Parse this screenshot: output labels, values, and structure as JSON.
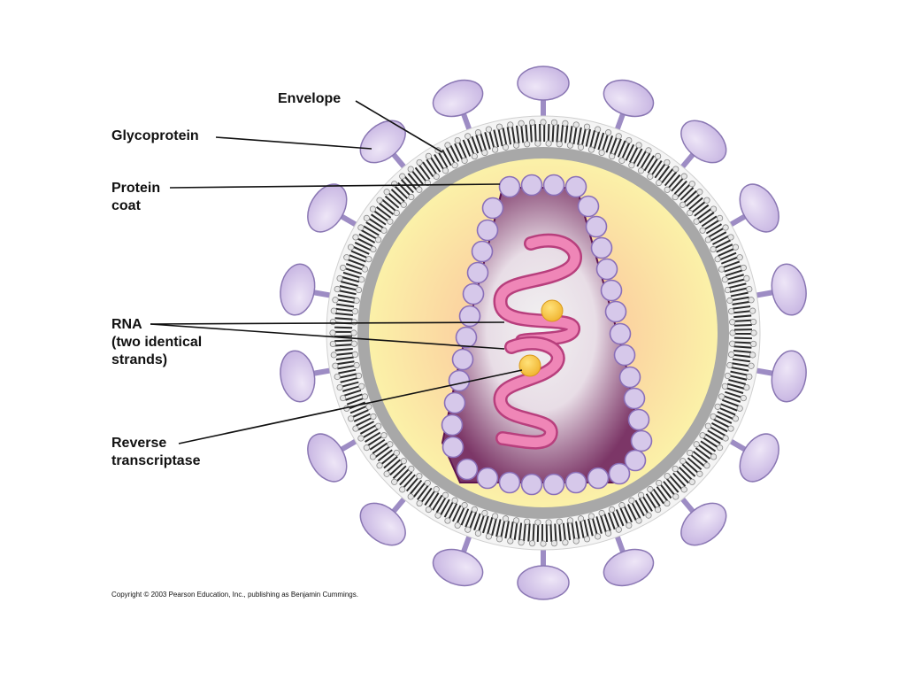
{
  "labels": {
    "envelope": "Envelope",
    "glycoprotein": "Glycoprotein",
    "protein_coat_1": "Protein",
    "protein_coat_2": "coat",
    "rna_1": "RNA",
    "rna_2": "(two identical",
    "rna_3": "strands)",
    "rt_1": "Reverse",
    "rt_2": "transcriptase"
  },
  "copyright": "Copyright © 2003 Pearson Education, Inc., publishing as Benjamin Cummings.",
  "colors": {
    "glycoprotein_fill": "#d9cdec",
    "glycoprotein_stroke": "#8a77b3",
    "envelope_gray": "#a6a6a6",
    "core_yellow": "#fbf0a6",
    "capsid_purple": "#6b1f5e",
    "capsomere_fill": "#d6c8ea",
    "rna_pink": "#ec7fb0",
    "enzyme_yellow": "#f5c64a"
  }
}
